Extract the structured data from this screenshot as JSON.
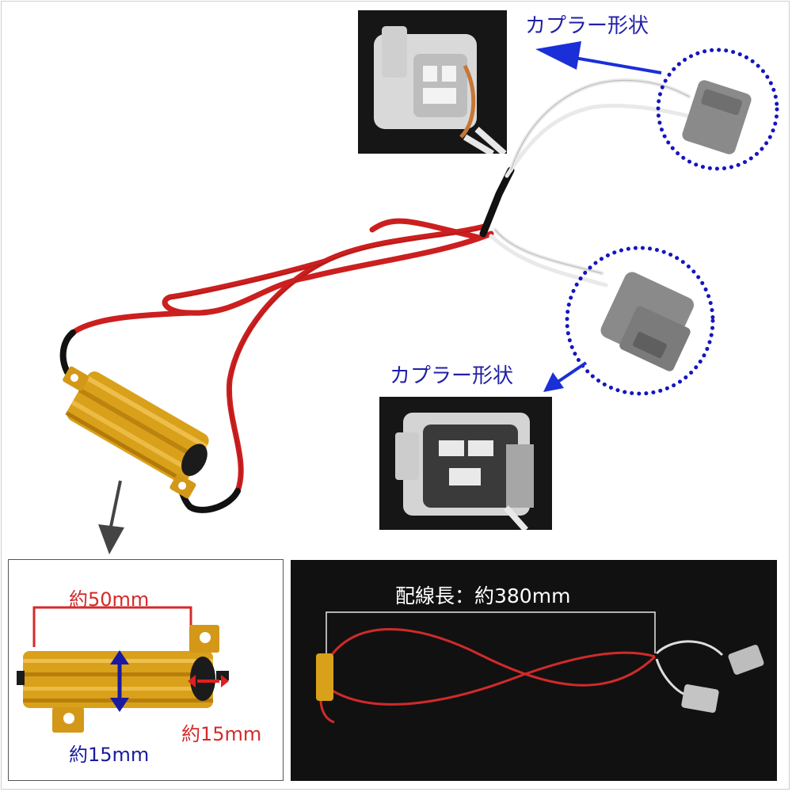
{
  "labels": {
    "coupler_top": "カプラー形状",
    "coupler_bottom": "カプラー形状",
    "resistor_length": "約50mm",
    "resistor_height": "約15mm",
    "resistor_width": "約15mm",
    "wire_length": "配線長：約380mm"
  },
  "colors": {
    "coupler_label": "#2020a8",
    "dimension_red": "#d42a2a",
    "dimension_blue": "#1a1aa0",
    "dotted_circle": "#1515c0",
    "wire_red": "#cc1f1f",
    "resistor_gold": "#d9a11a",
    "plug_gray": "#8a8a8a"
  },
  "icons": [
    "dotted-circle-icon",
    "blue-arrow-icon",
    "gray-arrow-icon",
    "double-arrow-icon"
  ]
}
